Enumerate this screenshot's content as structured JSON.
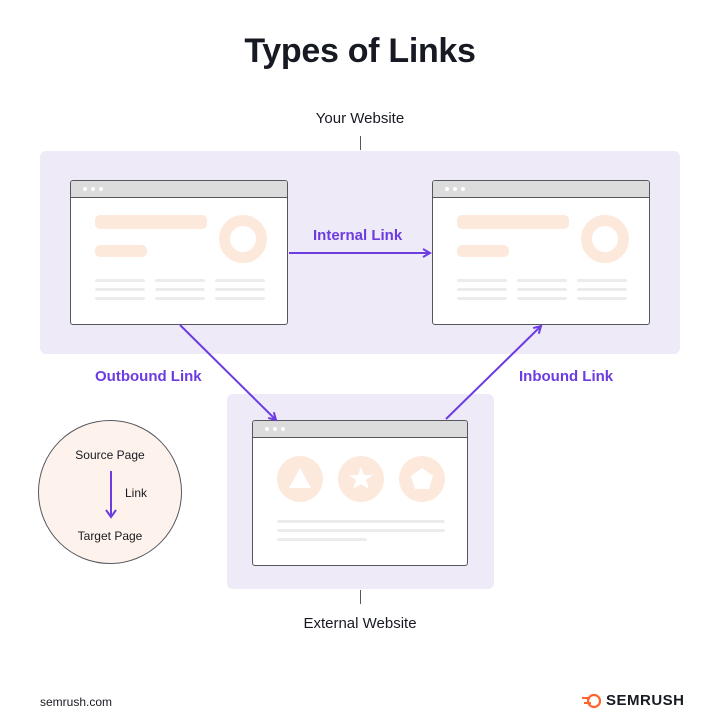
{
  "title": "Types of Links",
  "your_website_label": "Your Website",
  "external_website_label": "External Website",
  "links": {
    "internal": "Internal Link",
    "outbound": "Outbound Link",
    "inbound": "Inbound Link"
  },
  "legend": {
    "source": "Source Page",
    "link": "Link",
    "target": "Target Page"
  },
  "footer": {
    "site": "semrush.com",
    "brand": "SEMRUSH"
  },
  "colors": {
    "accent": "#6c3ce1",
    "region": "#efeaf8",
    "placeholder": "#fde9db",
    "brand_orange": "#ff642d"
  }
}
